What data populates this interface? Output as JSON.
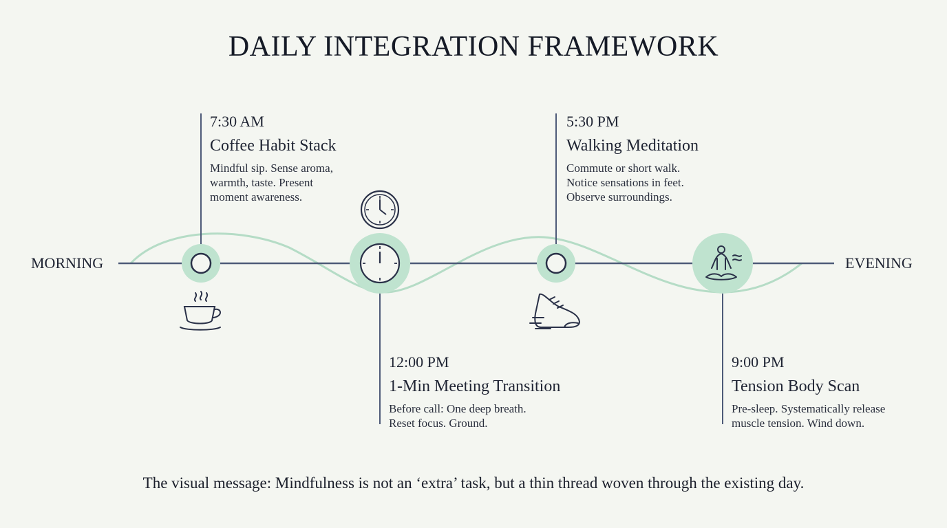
{
  "title": "DAILY INTEGRATION FRAMEWORK",
  "start_label": "MORNING",
  "end_label": "EVENING",
  "events": [
    {
      "time": "7:30 AM",
      "name": "Coffee Habit Stack",
      "desc": [
        "Mindful sip. Sense aroma,",
        "warmth, taste. Present",
        "moment awareness."
      ],
      "icon": "coffee-cup-icon"
    },
    {
      "time": "12:00 PM",
      "name": "1-Min Meeting Transition",
      "desc": [
        "Before call: One deep breath.",
        "Reset focus. Ground."
      ],
      "icon": "clock-icon"
    },
    {
      "time": "5:30 PM",
      "name": "Walking Meditation",
      "desc": [
        "Commute or short walk.",
        "Notice sensations in feet.",
        "Observe surroundings."
      ],
      "icon": "sneaker-icon"
    },
    {
      "time": "9:00 PM",
      "name": "Tension Body Scan",
      "desc": [
        "Pre-sleep. Systematically release",
        "muscle tension. Wind down."
      ],
      "icon": "meditation-figure-icon"
    }
  ],
  "footer": "The visual message: Mindfulness is not an ‘extra’ task, but a thin thread woven through the existing day.",
  "colors": {
    "line": "#4d5a78",
    "wave": "#b5dcc6",
    "halo": "#bfe3cf",
    "ink": "#1f2433"
  }
}
